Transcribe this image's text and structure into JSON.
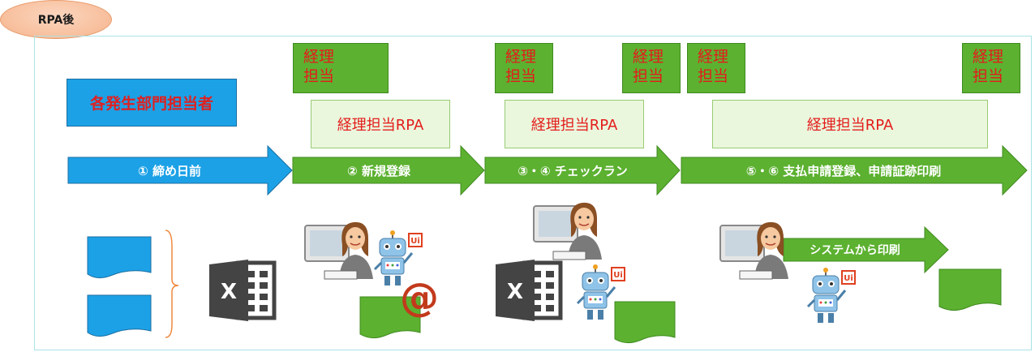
{
  "badge": {
    "label": "RPA後"
  },
  "department": {
    "label": "各発生部門担当者"
  },
  "accounting_boxes": [
    {
      "line1": "経理",
      "line2": "担当"
    },
    {
      "line1": "経理",
      "line2": "担当"
    },
    {
      "line1": "経理",
      "line2": "担当"
    },
    {
      "line1": "経理",
      "line2": "担当"
    },
    {
      "line1": "経理",
      "line2": "担当"
    }
  ],
  "rpa_boxes": [
    {
      "label": "経理担当RPA"
    },
    {
      "label": "経理担当RPA"
    },
    {
      "label": "経理担当RPA"
    }
  ],
  "steps": [
    {
      "label": "① 締め日前",
      "color": "#1ca1e6"
    },
    {
      "label": "② 新規登録",
      "color": "#5cb130"
    },
    {
      "label": "③・④ チェックラン",
      "color": "#5cb130"
    },
    {
      "label": "⑤・⑥ 支払申請登録、申請証跡印刷",
      "color": "#5cb130"
    }
  ],
  "print_arrow": {
    "label": "システムから印刷"
  },
  "robot_badge": {
    "label": "Ui"
  },
  "excel_icon": {
    "letter": "X"
  },
  "email_icon": {
    "symbol": "@"
  }
}
